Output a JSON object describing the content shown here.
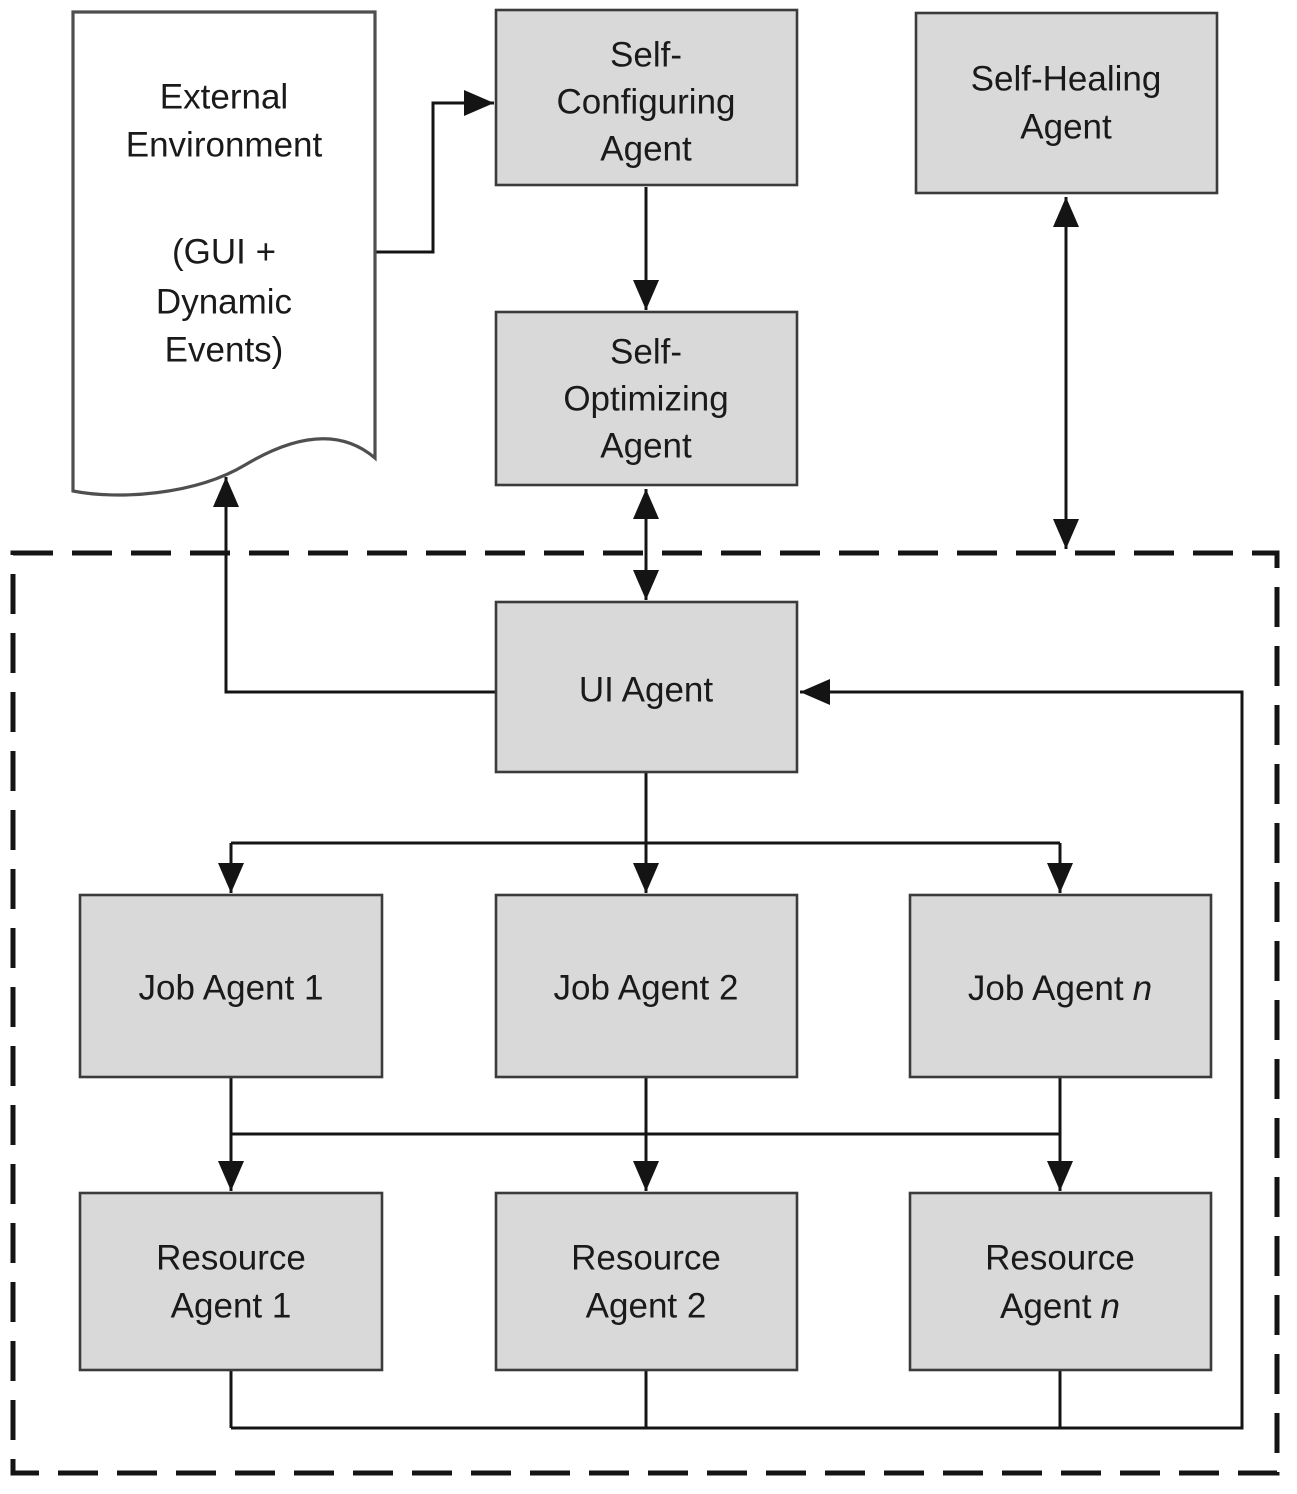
{
  "title": "Autonomic multi-agent system architecture diagram",
  "colors": {
    "box_fill": "#d9d9d9",
    "box_border": "#3b3b3b",
    "line": "#141414",
    "document_fill": "#ffffff",
    "background": "#ffffff",
    "text": "#1a1a1a"
  },
  "nodes": {
    "external_environment": {
      "line1": "External",
      "line2": "Environment",
      "line3": "(GUI +",
      "line4": "Dynamic",
      "line5": "Events)"
    },
    "self_configuring": {
      "line1": "Self-",
      "line2": "Configuring",
      "line3": "Agent"
    },
    "self_healing": {
      "line1": "Self-Healing",
      "line2": "Agent"
    },
    "self_optimizing": {
      "line1": "Self-",
      "line2": "Optimizing",
      "line3": "Agent"
    },
    "ui_agent": {
      "label": "UI Agent"
    },
    "job_agent_1": {
      "label": "Job Agent 1"
    },
    "job_agent_2": {
      "label": "Job Agent 2"
    },
    "job_agent_n": {
      "prefix": "Job Agent",
      "variable": "n"
    },
    "resource_agent_1": {
      "line1": "Resource",
      "line2": "Agent 1"
    },
    "resource_agent_2": {
      "line1": "Resource",
      "line2": "Agent 2"
    },
    "resource_agent_n": {
      "line1": "Resource",
      "prefix": "Agent",
      "variable": "n"
    }
  },
  "edges": [
    {
      "from": "external-environment",
      "to": "self-configuring-agent",
      "style": "arrow"
    },
    {
      "from": "self-configuring-agent",
      "to": "self-optimizing-agent",
      "style": "arrow"
    },
    {
      "from": "self-optimizing-agent",
      "to": "ui-agent",
      "style": "double-arrow"
    },
    {
      "from": "self-healing-agent",
      "to": "agent-system-boundary",
      "style": "double-arrow"
    },
    {
      "from": "ui-agent",
      "to": "external-environment",
      "style": "arrow"
    },
    {
      "from": "ui-agent",
      "to": "job-agent-1",
      "style": "arrow"
    },
    {
      "from": "ui-agent",
      "to": "job-agent-2",
      "style": "arrow"
    },
    {
      "from": "ui-agent",
      "to": "job-agent-n",
      "style": "arrow"
    },
    {
      "from": "job-agents",
      "to": "resource-agent-1",
      "style": "arrow"
    },
    {
      "from": "job-agents",
      "to": "resource-agent-2",
      "style": "arrow"
    },
    {
      "from": "job-agents",
      "to": "resource-agent-n",
      "style": "arrow"
    },
    {
      "from": "resource-agents",
      "to": "ui-agent",
      "style": "feedback-arrow"
    }
  ]
}
